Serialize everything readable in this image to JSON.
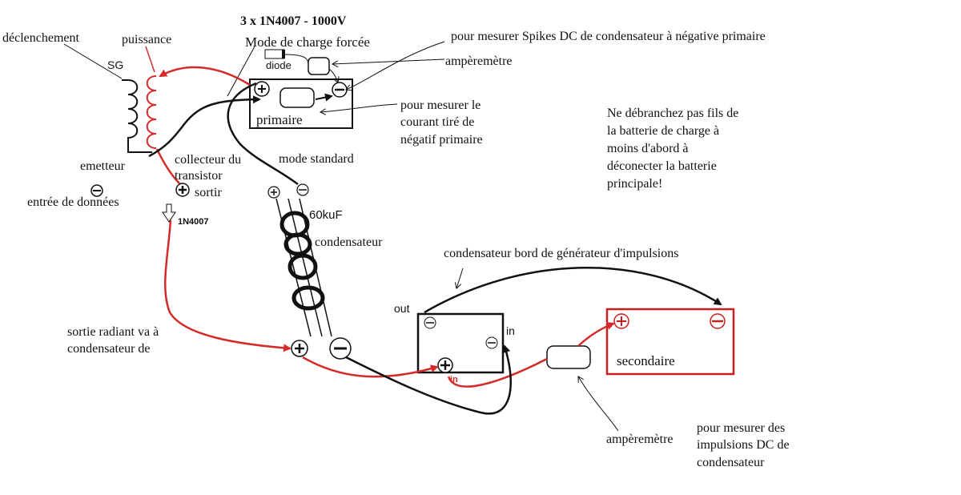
{
  "labels": {
    "diodes_header": "3 x 1N4007 - 1000V",
    "mode_forced": "Mode de charge forcée",
    "diode": "diode",
    "spikes_note": "pour mesurer Spikes DC de condensateur à négative primaire",
    "ammeter_top": "ampèremètre",
    "trigger": "déclenchement",
    "power": "puissance",
    "sg": "SG",
    "primary": "primaire",
    "primary_current_line1": "pour mesurer le",
    "primary_current_line2": "courant tiré de",
    "primary_current_line3": "négatif primaire",
    "warning_line1": "Ne débranchez pas fils de",
    "warning_line2": "la batterie de charge à",
    "warning_line3": "moins d'abord à",
    "warning_line4": "déconecter la batterie",
    "warning_line5": "principale!",
    "emitter": "emetteur",
    "collector_line1": "collecteur du",
    "collector_line2": "transistor",
    "output": "sortir",
    "standard_mode": "mode standard",
    "data_input": "entrée de données",
    "diode_1n4007": "1N4007",
    "capacitance": "60kuF",
    "capacitor": "condensateur",
    "pulse_cap_note": "condensateur bord de générateur d'impulsions",
    "out": "out",
    "in_right": "in",
    "in_bottom": "in",
    "secondary": "secondaire",
    "radiant_line1": "sortie radiant va à",
    "radiant_line2": "condensateur de",
    "ammeter_bottom": "ampèremètre",
    "pulses_line1": "pour mesurer des",
    "pulses_line2": "impulsions DC de",
    "pulses_line3": "condensateur"
  },
  "colors": {
    "wire_red": "#d42a2a",
    "wire_black": "#111111",
    "box_red": "#c81e1e",
    "text": "#111111"
  }
}
